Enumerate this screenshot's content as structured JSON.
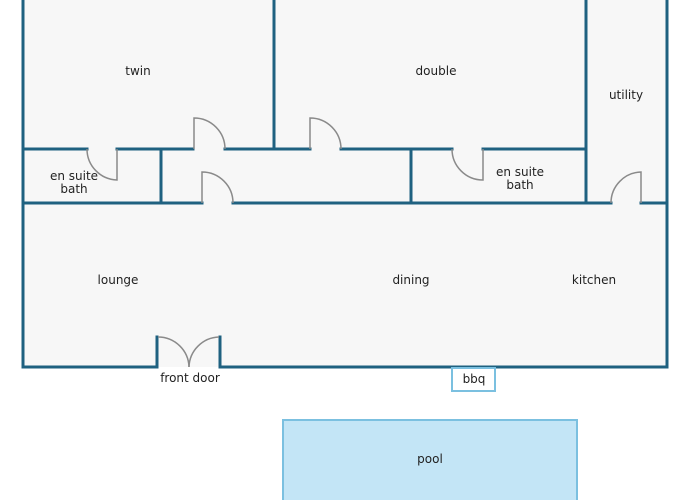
{
  "colors": {
    "wall": "#1f6180",
    "floor": "#f7f7f7",
    "door": "#8a8a8a",
    "pool_fill": "#c3e5f6",
    "pool_border": "#7bc0e0",
    "bbq_border": "#7bc0e0",
    "text": "#222222"
  },
  "rooms": {
    "twin": "twin",
    "double": "double",
    "utility": "utility",
    "ensuite_left_line1": "en suite",
    "ensuite_left_line2": "bath",
    "ensuite_right_line1": "en suite",
    "ensuite_right_line2": "bath",
    "lounge": "lounge",
    "dining": "dining",
    "kitchen": "kitchen"
  },
  "outdoor": {
    "front_door": "front door",
    "bbq": "bbq",
    "pool": "pool"
  }
}
